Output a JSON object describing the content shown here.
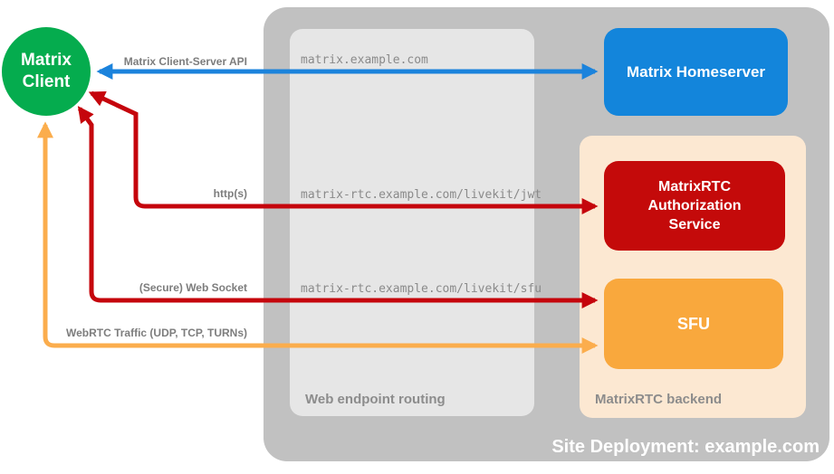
{
  "diagram_title": "Site Deployment: example.com",
  "client": {
    "label": "Matrix Client",
    "color": "#05AC4E"
  },
  "deployment": {
    "label": "Site Deployment: example.com",
    "bg": "#C1C1C1"
  },
  "routing_panel": {
    "label": "Web endpoint routing",
    "bg": "#E6E6E6",
    "endpoints": [
      "matrix.example.com",
      "matrix-rtc.example.com/livekit/jwt",
      "matrix-rtc.example.com/livekit/sfu"
    ]
  },
  "backend_panel": {
    "label": "MatrixRTC backend",
    "bg": "#FCE8D2"
  },
  "nodes": {
    "homeserver": {
      "label": "Matrix Homeserver",
      "color": "#1385DB"
    },
    "auth_service": {
      "label": "MatrixRTC Authorization Service",
      "color": "#C40A0A"
    },
    "sfu": {
      "label": "SFU",
      "color": "#F9A83D"
    }
  },
  "arrows": [
    {
      "label": "Matrix Client-Server API",
      "color": "#1B83DC",
      "from": "Matrix Client",
      "to": "Matrix Homeserver",
      "bidirectional": true
    },
    {
      "label": "http(s)",
      "color": "#C5050C",
      "from": "Matrix Client",
      "to": "MatrixRTC Authorization Service",
      "bidirectional": true
    },
    {
      "label": "(Secure) Web Socket",
      "color": "#C5050C",
      "from": "Matrix Client",
      "to": "SFU",
      "bidirectional": true
    },
    {
      "label": "WebRTC Traffic (UDP, TCP, TURNs)",
      "color": "#FBAD4D",
      "from": "Matrix Client",
      "to": "SFU",
      "bidirectional": true
    }
  ]
}
